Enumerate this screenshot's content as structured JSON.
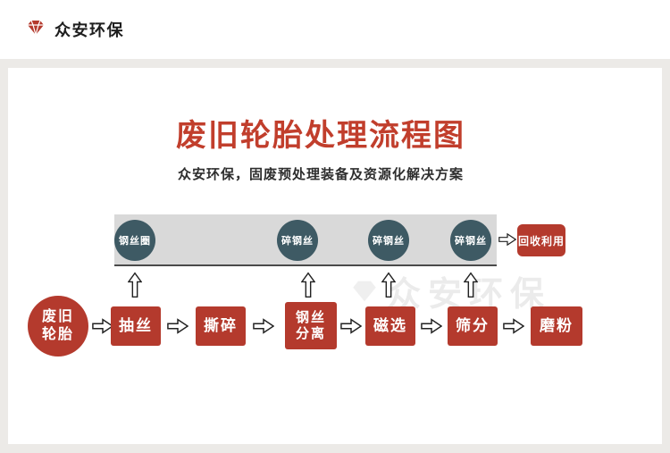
{
  "header": {
    "brand": "众安环保"
  },
  "hero": {
    "title": "废旧轮胎处理流程图",
    "subtitle": "众安环保，固废预处理装备及资源化解决方案"
  },
  "watermark": "众安环保",
  "byproducts": {
    "items": [
      "钢丝圈",
      "碎钢丝",
      "碎钢丝",
      "碎钢丝"
    ],
    "recycle": "回收利用"
  },
  "flow": {
    "start": "废旧\n轮胎",
    "steps": [
      "抽丝",
      "撕碎",
      "钢丝\n分离",
      "磁选",
      "筛分",
      "磨粉"
    ]
  },
  "colors": {
    "accent_red": "#b43a2d",
    "title_red": "#c13e2c",
    "circle_teal": "#3e5a64",
    "band_gray": "#d9d9d9"
  }
}
